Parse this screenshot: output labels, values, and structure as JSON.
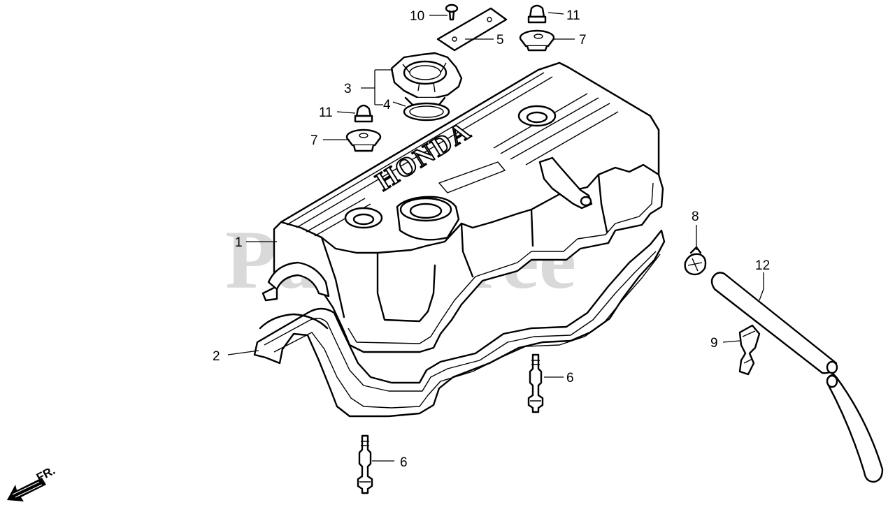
{
  "watermark": "PartsTree",
  "brand_text": "HONDA",
  "direction_label": "FR.",
  "callouts": [
    {
      "id": "1",
      "part": "cylinder-head-cover"
    },
    {
      "id": "2",
      "part": "cover-gasket"
    },
    {
      "id": "3",
      "part": "oil-filler-cap"
    },
    {
      "id": "4",
      "part": "o-ring"
    },
    {
      "id": "5",
      "part": "plate"
    },
    {
      "id": "6",
      "part": "stud-bolt"
    },
    {
      "id": "7",
      "part": "rubber-seal-washer"
    },
    {
      "id": "8",
      "part": "clip"
    },
    {
      "id": "9",
      "part": "tube-clamp"
    },
    {
      "id": "10",
      "part": "screw"
    },
    {
      "id": "11",
      "part": "cap-nut"
    },
    {
      "id": "12",
      "part": "breather-tube"
    }
  ],
  "label_text": {
    "l1": "1",
    "l2": "2",
    "l3": "3",
    "l4": "4",
    "l5": "5",
    "l6a": "6",
    "l6b": "6",
    "l7a": "7",
    "l7b": "7",
    "l8": "8",
    "l9": "9",
    "l10": "10",
    "l11a": "11",
    "l11b": "11",
    "l12": "12"
  }
}
